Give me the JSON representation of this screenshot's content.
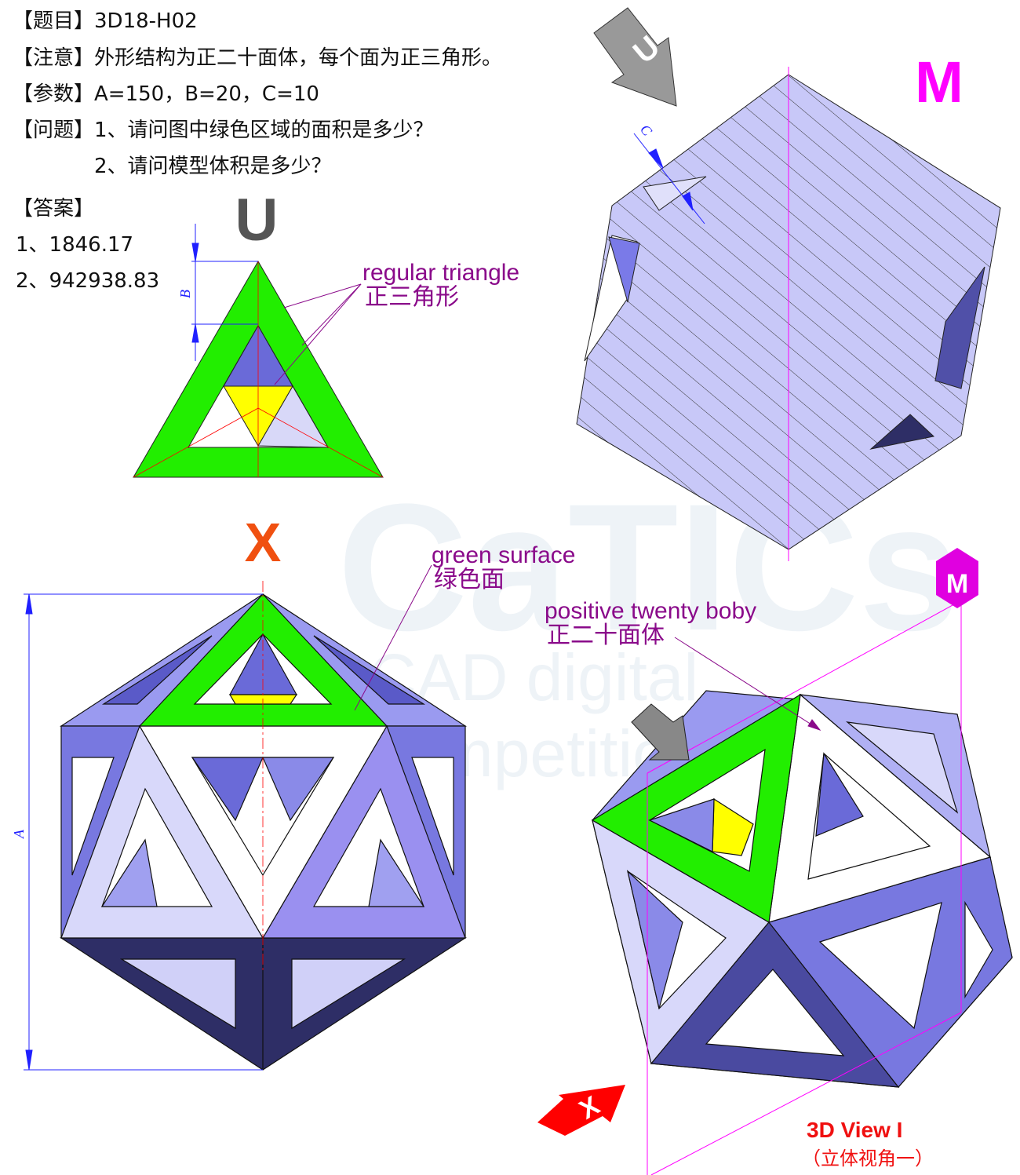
{
  "problem": {
    "title_tag": "【题目】",
    "title": "3D18-H02",
    "note_tag": "【注意】",
    "note": "外形结构为正二十面体，每个面为正三角形。",
    "params_tag": "【参数】",
    "params": "A=150，B=20，C=10",
    "question_tag": "【问题】",
    "q1": "1、请问图中绿色区域的面积是多少？",
    "q2": "2、请问模型体积是多少？",
    "answer_tag": "【答案】",
    "a1": "1、1846.17",
    "a2": "2、942938.83"
  },
  "labels": {
    "regular_triangle_en": "regular triangle",
    "regular_triangle_cn": "正三角形",
    "green_surface_en": "green surface",
    "green_surface_cn": "绿色面",
    "icosa_en": "positive twenty boby",
    "icosa_cn": "正二十面体",
    "dim_a": "A",
    "dim_b": "B",
    "dim_c": "C",
    "view_u": "U",
    "view_m": "M",
    "view_x": "X",
    "view3d_en": "3D View I",
    "view3d_cn": "（立体视角一）"
  },
  "watermark": {
    "brand": "CaTICs",
    "sub": "CAD digital competition"
  },
  "colors": {
    "green": "#22ee00",
    "yellow": "#ffff00",
    "face_light": "#c8c8f8",
    "face_mid": "#9a9af0",
    "face_dark": "#2e2e66",
    "magenta": "#ff00ff",
    "purple": "#8a0a8a",
    "dim_blue": "#2020ff",
    "red": "#ff0000",
    "orange": "#f05010"
  }
}
